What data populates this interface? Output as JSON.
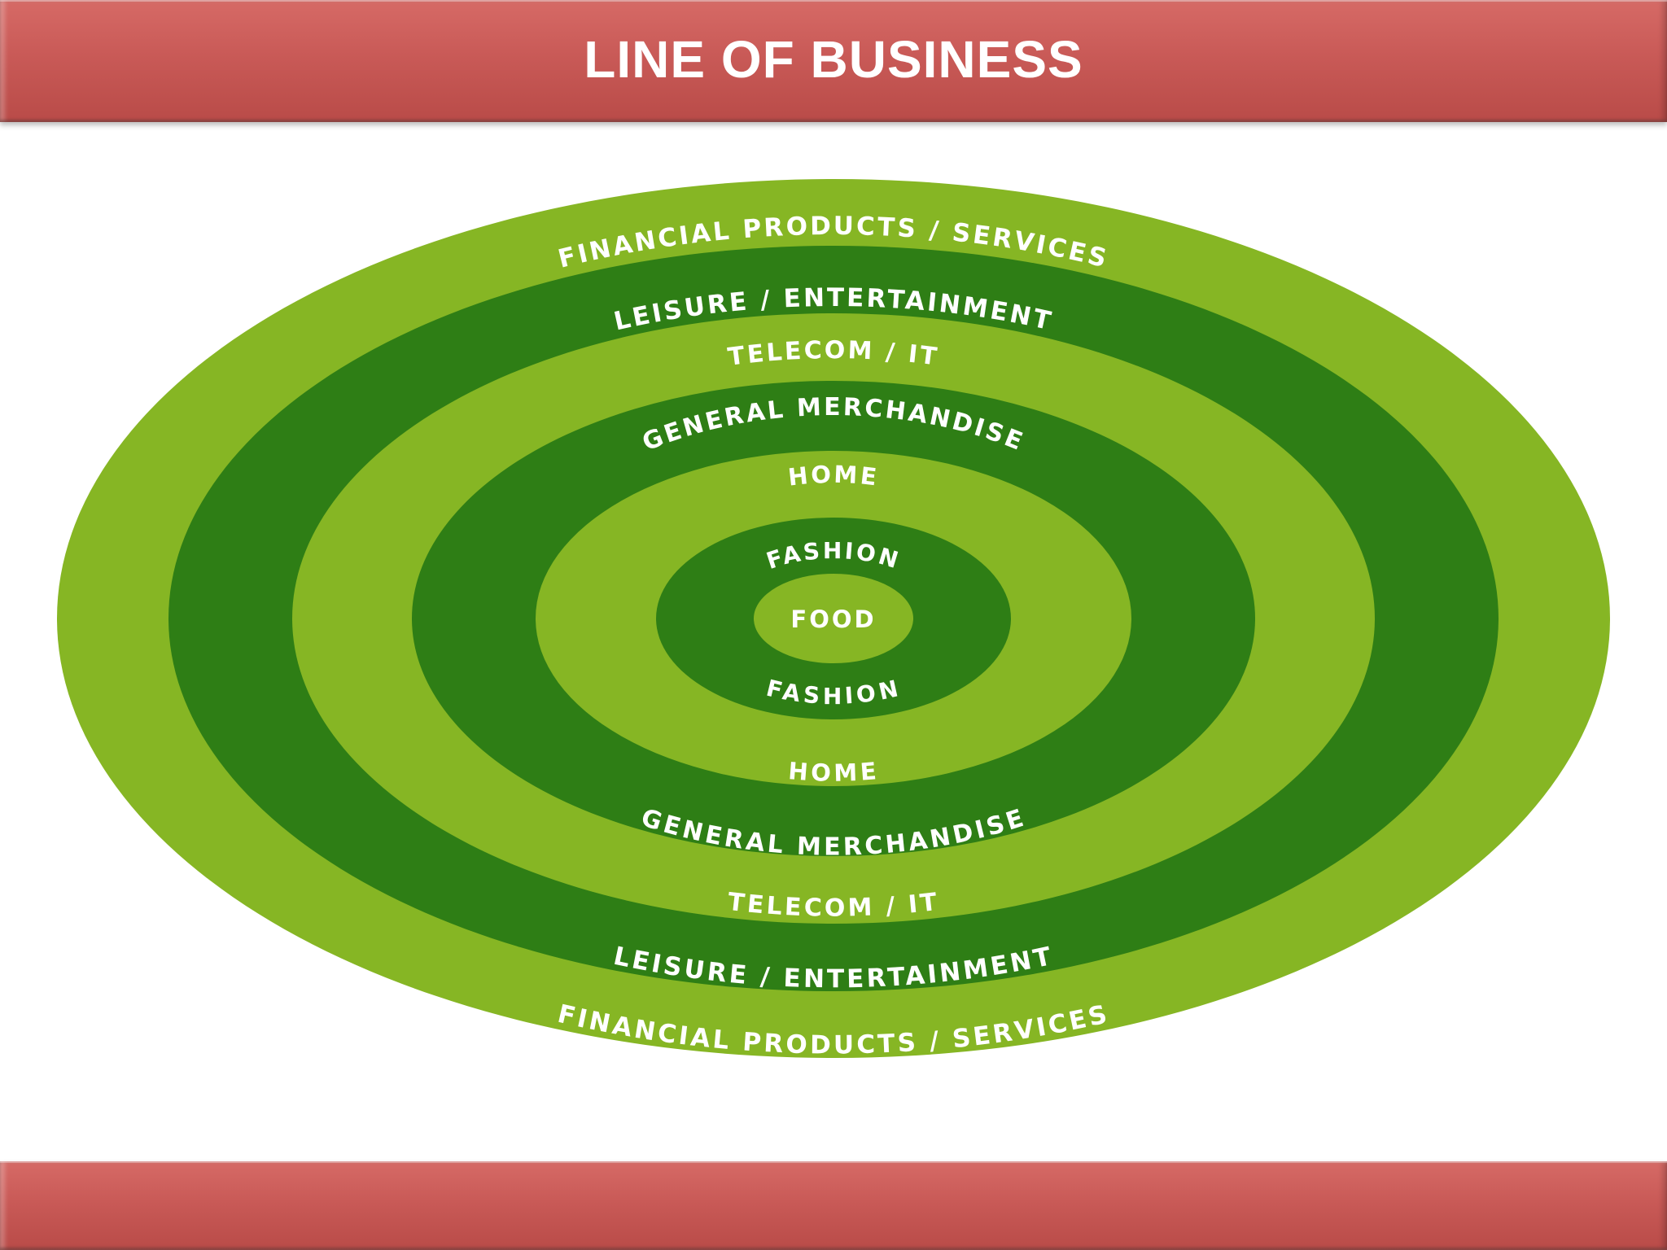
{
  "title": "LINE OF BUSINESS",
  "colors": {
    "banner": "#c95a57",
    "light_green": "#86b624",
    "dark_green": "#2e7e15",
    "text": "#ffffff"
  },
  "rings": [
    {
      "label": "FINANCIAL PRODUCTS / SERVICES",
      "shade": "light"
    },
    {
      "label": "LEISURE / ENTERTAINMENT",
      "shade": "dark"
    },
    {
      "label": "TELECOM / IT",
      "shade": "light"
    },
    {
      "label": "GENERAL MERCHANDISE",
      "shade": "dark"
    },
    {
      "label": "HOME",
      "shade": "light"
    },
    {
      "label": "FASHION",
      "shade": "dark"
    }
  ],
  "center": {
    "label": "FOOD",
    "shade": "light"
  }
}
